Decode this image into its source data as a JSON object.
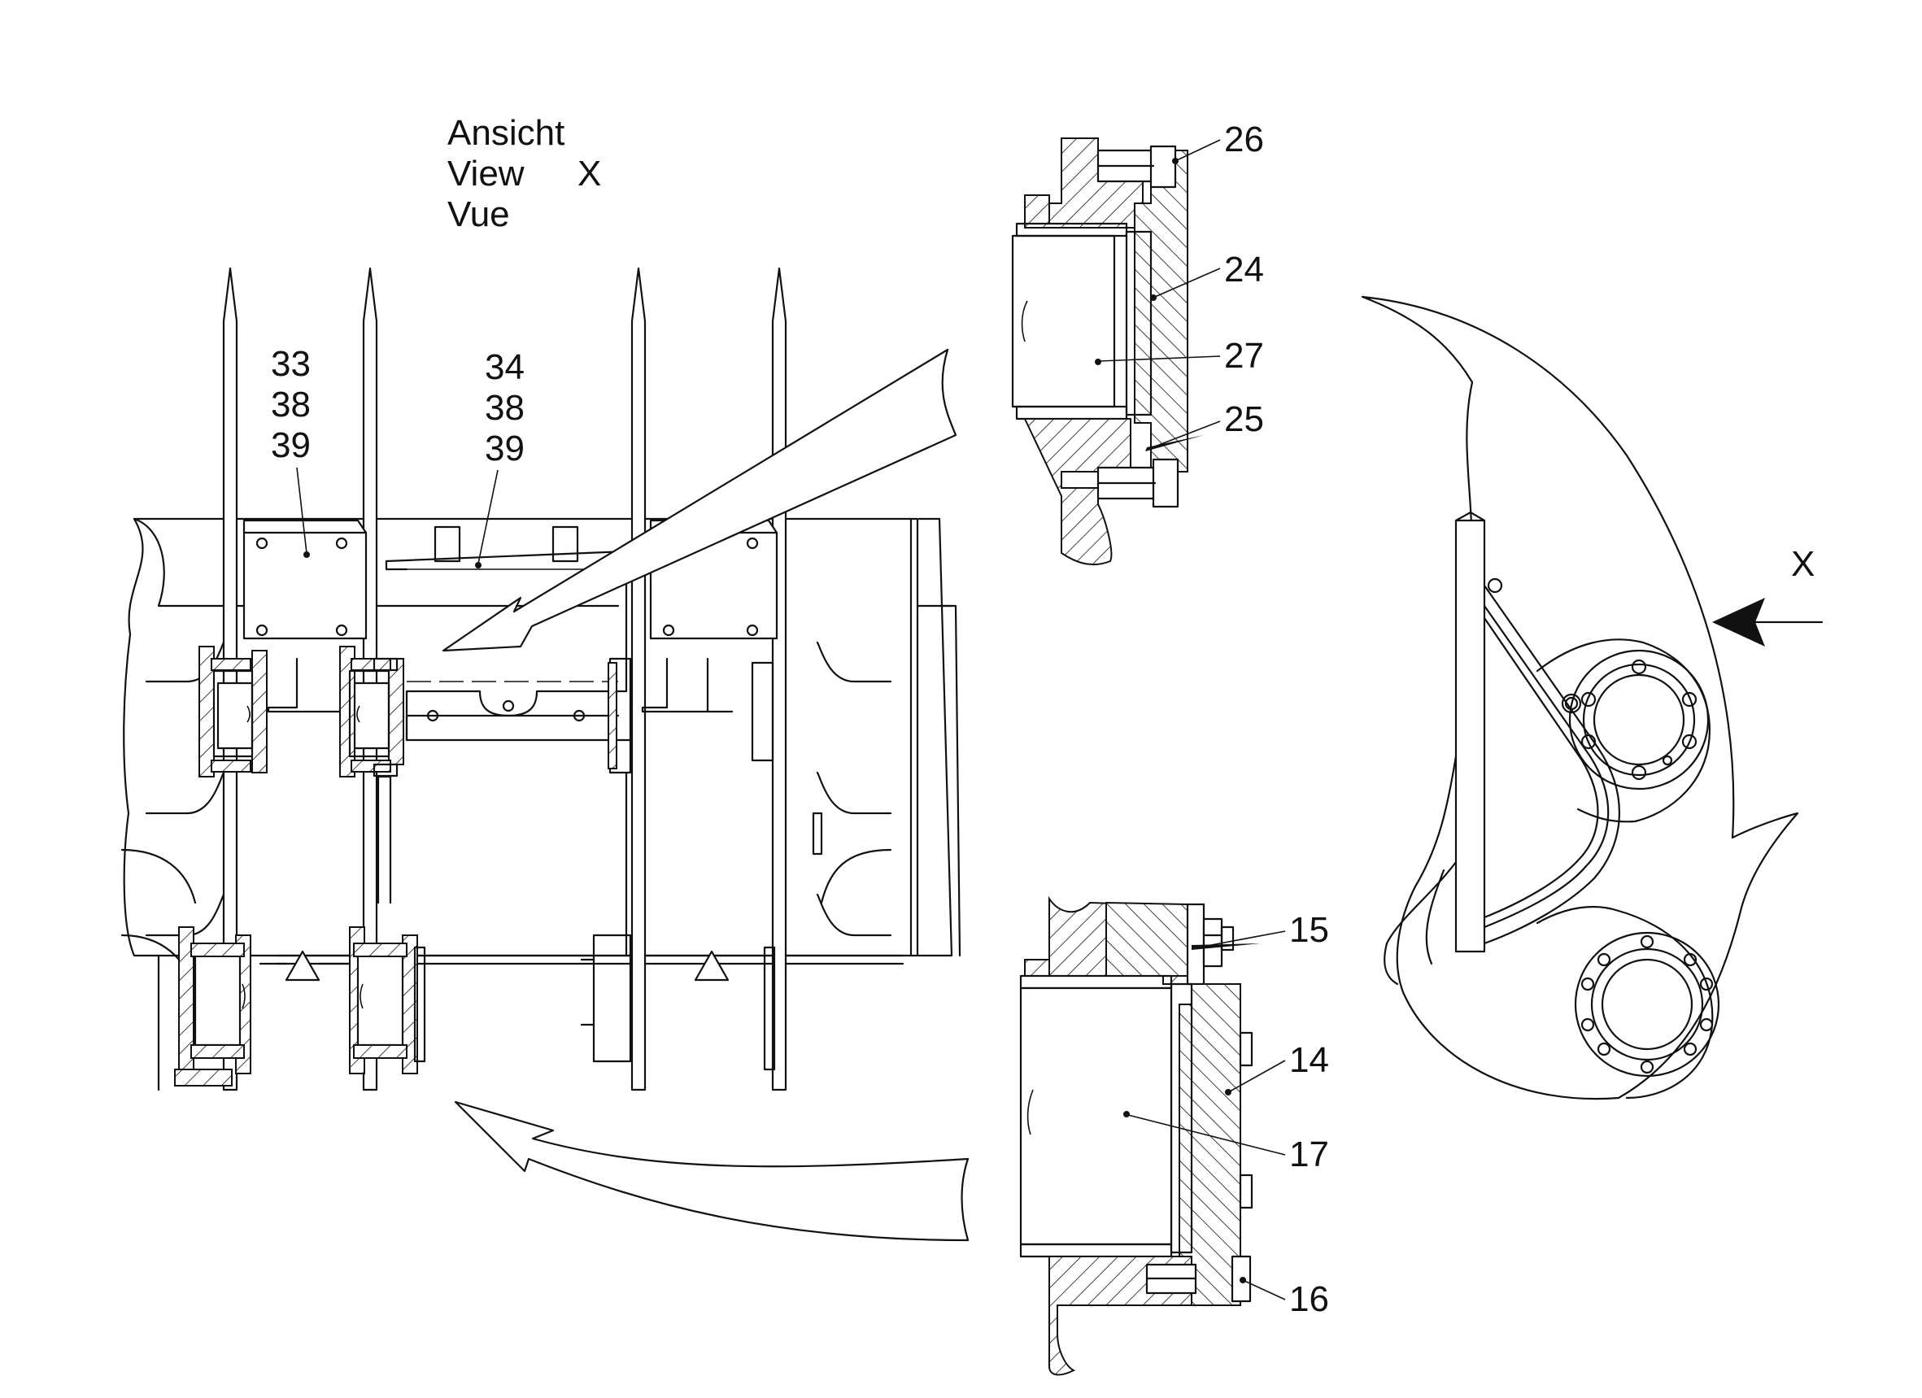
{
  "view_label": {
    "line1": "Ansicht",
    "line2": "View",
    "line3": "Vue",
    "letter": "X"
  },
  "direction_label": "X",
  "callouts": {
    "c33": "33",
    "c38a": "38",
    "c39a": "39",
    "c34": "34",
    "c38b": "38",
    "c39b": "39",
    "c26": "26",
    "c24": "24",
    "c27": "27",
    "c25": "25",
    "c15": "15",
    "c14": "14",
    "c17": "17",
    "c16": "16"
  }
}
